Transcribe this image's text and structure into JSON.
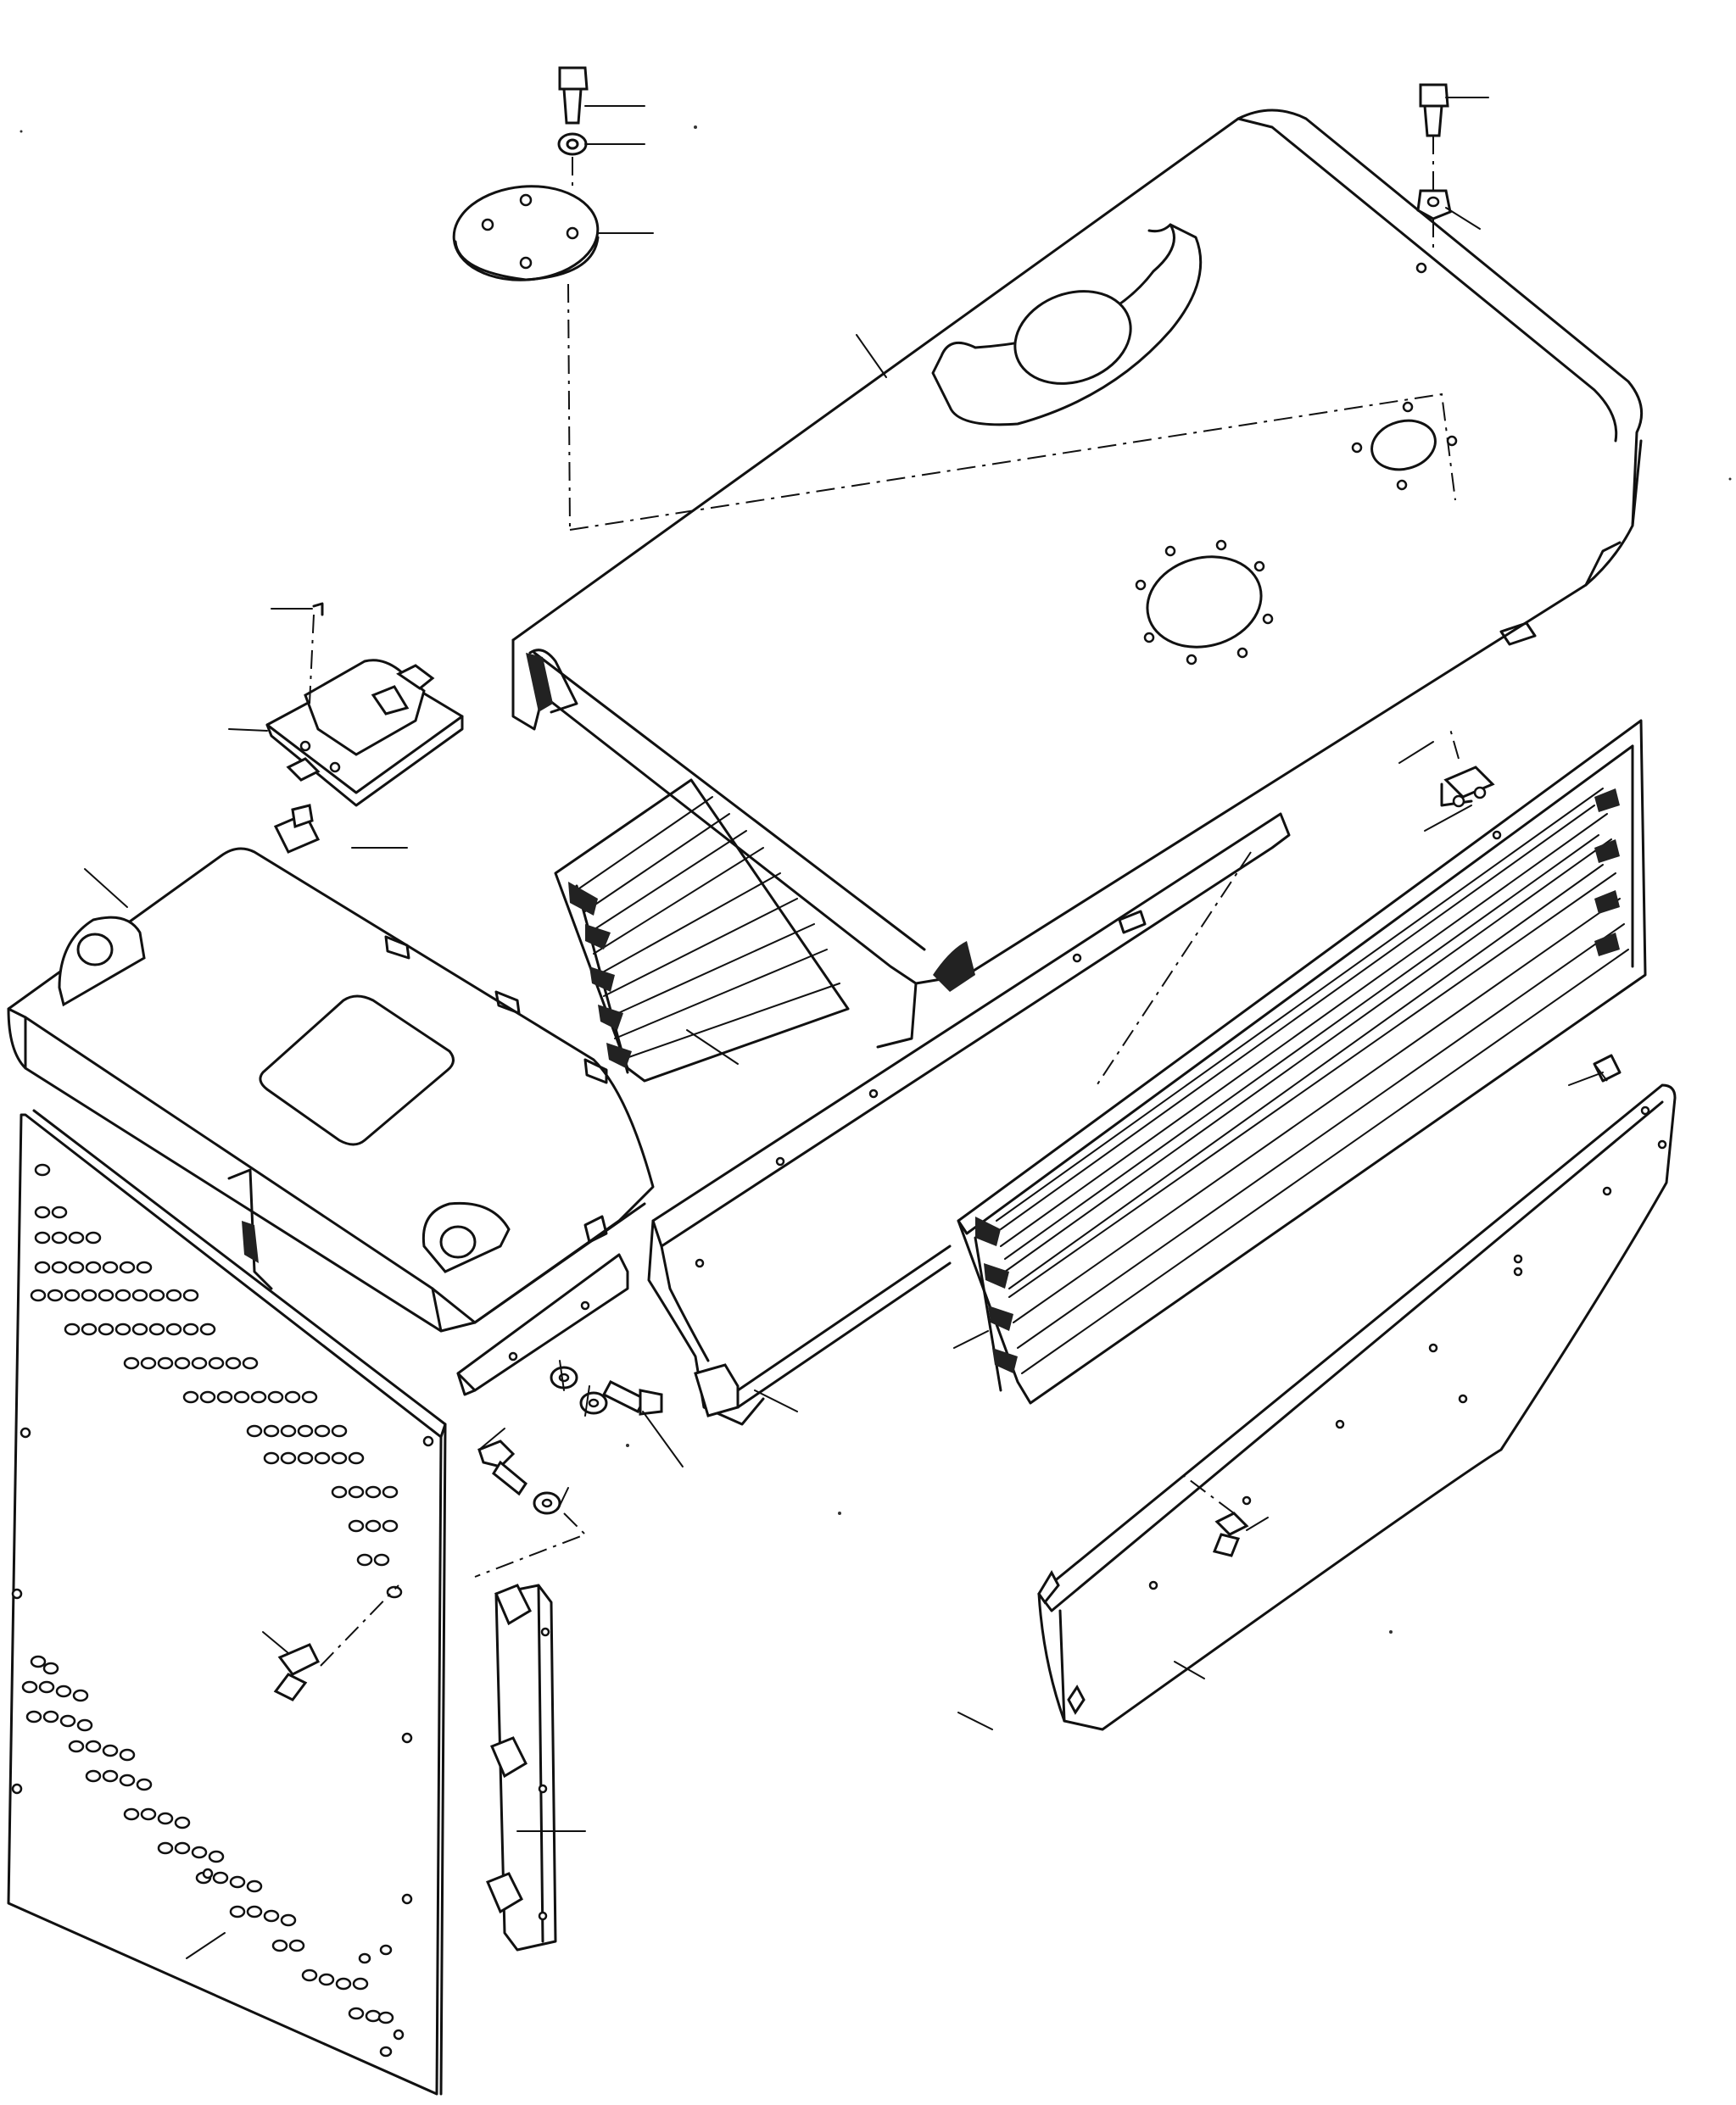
{
  "drawing": {
    "kind": "exploded-parts-view",
    "parts": [
      "top-hood",
      "hood-mount-plate",
      "front-hood-cover",
      "front-grille-panel",
      "perforated-side-panel",
      "side-grille-frame",
      "hood-side-rail",
      "right-grille-assembly",
      "right-side-cover",
      "mounting-bracket",
      "latch-plate"
    ],
    "leader_lines_count": 28,
    "callout_numbers_visible": false
  }
}
